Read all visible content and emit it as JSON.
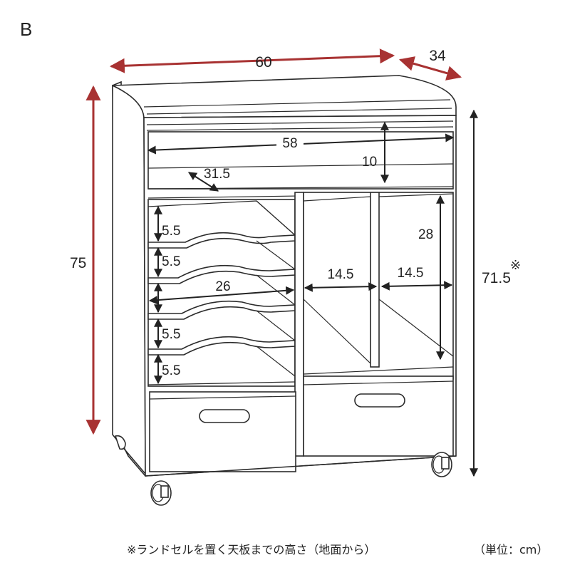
{
  "figure": {
    "panel_label": "B",
    "unit_note": "（単位：cm）",
    "footnote": "※ランドセルを置く天板までの高さ（地面から）"
  },
  "dimensions": {
    "outer_width": "60",
    "outer_depth": "34",
    "outer_height": "75",
    "top_height": "71.5",
    "top_height_mark": "※",
    "top_inner_width": "58",
    "top_inner_depth": "31.5",
    "top_inner_height": "10",
    "tray_width": "26",
    "tray_gaps": [
      "5.5",
      "5.5",
      "5.5",
      "5.5"
    ],
    "compartment_height": "28",
    "compartment_left_width": "14.5",
    "compartment_right_width": "14.5"
  },
  "colors": {
    "outer_dimension_arrow": "#a83232",
    "inner_dimension_arrow": "#222222",
    "outline": "#2b2b2b"
  }
}
